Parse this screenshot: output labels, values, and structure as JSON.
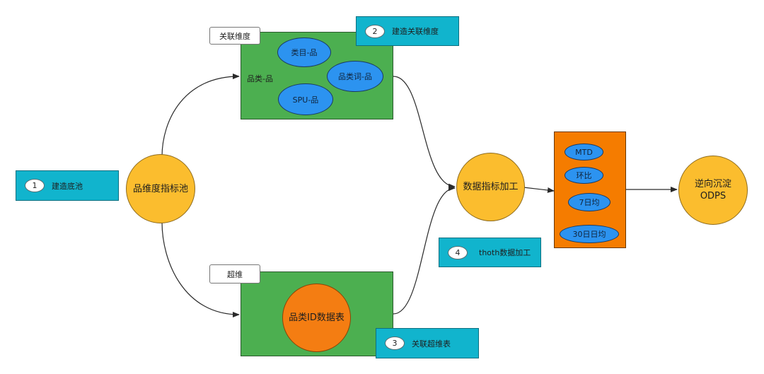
{
  "nodes": {
    "pool": "品维度指标池",
    "processing": "数据指标加工",
    "sink": "逆向沉淀\nODPS",
    "category_table": "品类ID数据表"
  },
  "groups": {
    "assoc": {
      "tag": "关联维度",
      "label": "品类-品",
      "items": [
        "类目-品",
        "品类词-品",
        "SPU-品"
      ]
    },
    "super": {
      "tag": "超维"
    },
    "metrics": {
      "items": [
        "MTD",
        "环比",
        "7日均",
        "30日日均"
      ]
    }
  },
  "steps": [
    {
      "num": "1",
      "label": "建造底池"
    },
    {
      "num": "2",
      "label": "建造关联维度"
    },
    {
      "num": "3",
      "label": "关联超维表"
    },
    {
      "num": "4",
      "label": "thoth数据加工"
    }
  ],
  "colors": {
    "yellow_node": "#fbbd2e",
    "green_box": "#4caf50",
    "orange_box": "#f57c00",
    "blue_pill": "#2c93f0",
    "cyan_step": "#11b4cd"
  }
}
